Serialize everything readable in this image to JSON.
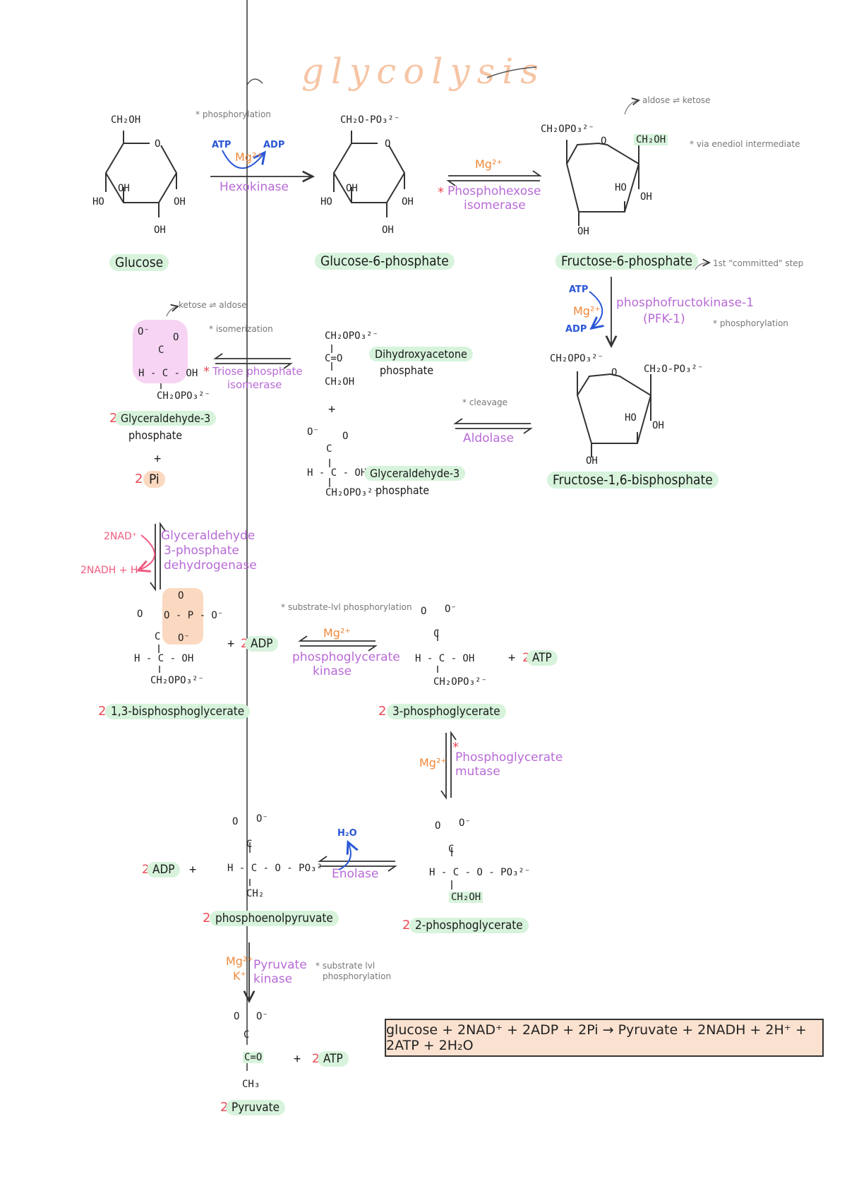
{
  "title": "glycolysis",
  "colors": {
    "enzyme": "#b86ad6",
    "cofactor": "#f0883a",
    "atp": "#2a57d6",
    "count": "#ea4a55",
    "highlight": "#d7f3dc"
  },
  "molecules": {
    "glucose": "Glucose",
    "g6p": "Glucose-6-phosphate",
    "f6p": "Fructose-6-phosphate",
    "f16bp": "Fructose-1,6-bisphosphate",
    "dhap_a": "Dihydroxyacetone",
    "dhap_b": "phosphate",
    "gap_a": "Glyceraldehyde-3",
    "gap_b": "phosphate",
    "gap2_a": "Glyceraldehyde-3",
    "gap2_b": "phosphate",
    "pi": "Pi",
    "bpg": "1,3-bisphosphoglycerate",
    "pg3": "3-phosphoglycerate",
    "pg2": "2-phosphoglycerate",
    "pep": "phosphoenolpyruvate",
    "pyruvate": "Pyruvate",
    "adp": "ADP",
    "atp": "ATP"
  },
  "counts": {
    "two": "2"
  },
  "enzymes": {
    "hexokinase": "Hexokinase",
    "phi_a": "Phosphohexose",
    "phi_b": "isomerase",
    "pfk_a": "phosphofructokinase-1",
    "pfk_b": "(PFK-1)",
    "aldolase": "Aldolase",
    "tpi_a": "Triose phosphate",
    "tpi_b": "isomerase",
    "gapdh_a": "Glyceraldehyde",
    "gapdh_b": "3-phosphate",
    "gapdh_c": "dehydrogenase",
    "pgk_a": "phosphoglycerate",
    "pgk_b": "kinase",
    "pgm_a": "Phosphoglycerate",
    "pgm_b": "mutase",
    "enolase": "Enolase",
    "pk_a": "Pyruvate",
    "pk_b": "kinase"
  },
  "cofactors": {
    "mg": "Mg²⁺",
    "k": "K⁺",
    "atp": "ATP",
    "adp": "ADP",
    "nad": "2NAD⁺",
    "nadh": "2NADH + H⁺",
    "h2o": "H₂O",
    "star": "*"
  },
  "notes": {
    "phosphorylation": "* phosphorylation",
    "aldose_ketose": "aldose ⇌ ketose",
    "enediol": "* via enediol intermediate",
    "committed": "1st \"committed\" step",
    "phosphorylation2": "* phosphorylation",
    "ketose_aldose": "ketose ⇌ aldose",
    "isomerization": "* isomerization",
    "cleavage": "* cleavage",
    "substrate_lvl": "* substrate-lvl phosphorylation",
    "substrate_lvl2_a": "* substrate lvl",
    "substrate_lvl2_b": "phosphorylation"
  },
  "chem": {
    "ch2oh": "CH₂OH",
    "ch2o_po3": "CH₂O-PO₃²⁻",
    "ch2opo3": "CH₂OPO₃²⁻",
    "ch2opo3_small": "CH₂OPO₃²⁻",
    "o": "O",
    "oh": "OH",
    "ho": "HO",
    "c_o": "C=O",
    "h_c_oh": "H - C - OH",
    "h_c_o_po3": "H - C - O - PO₃²⁻",
    "ch2": "CH₂",
    "ch3": "CH₃",
    "c": "C",
    "o_minus": "O⁻",
    "o_p_o": "O - P - O⁻",
    "plus": "+"
  },
  "equation": "glucose + 2NAD⁺ + 2ADP + 2Pi → Pyruvate + 2NADH + 2H⁺ + 2ATP + 2H₂O"
}
